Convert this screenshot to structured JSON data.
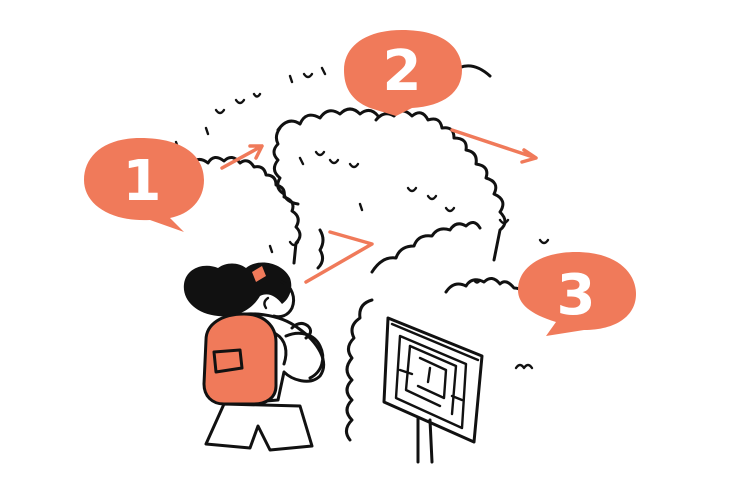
{
  "colors": {
    "accent": "#F07A5A",
    "ink": "#111111",
    "background": "#FFFFFF"
  },
  "scene": {
    "subject": "girl-with-backpack-facing-hedge-maze",
    "steps": [
      {
        "number": "1"
      },
      {
        "number": "2"
      },
      {
        "number": "3"
      }
    ],
    "icons": {
      "hiker": "girl-with-backpack-illustration",
      "maze_sign": "maze-map-sign-icon",
      "hedge": "hedge-maze-illustration"
    }
  }
}
